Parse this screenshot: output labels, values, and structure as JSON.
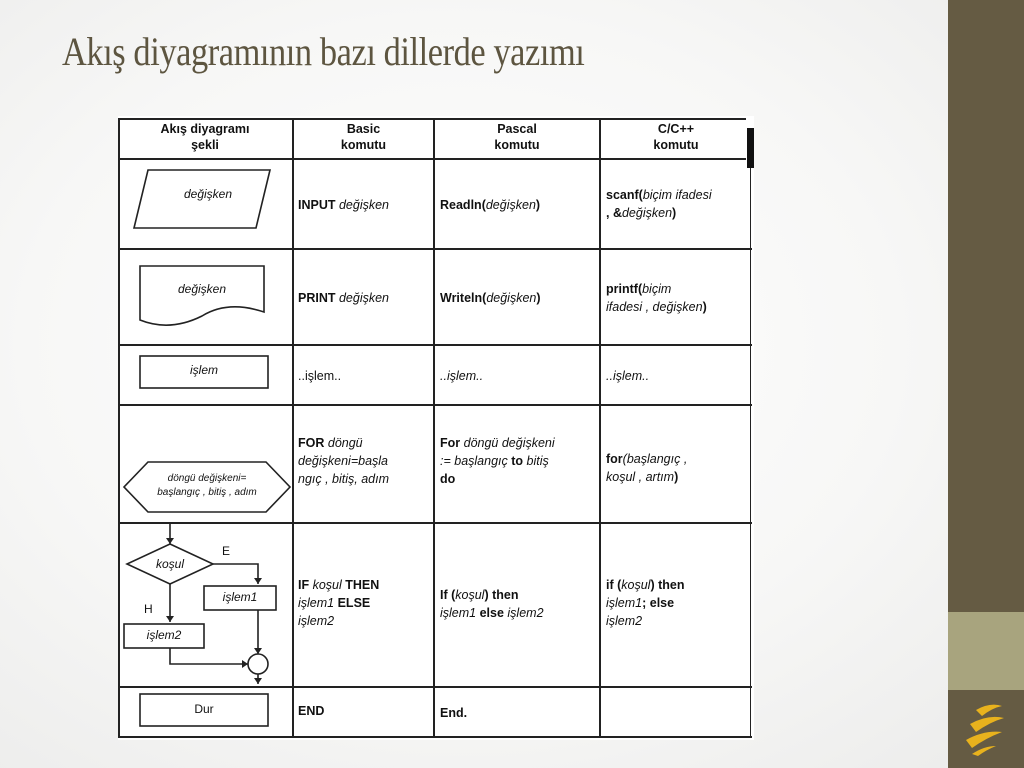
{
  "title": "Akış diyagramının bazı dillerde yazımı",
  "colors": {
    "title": "#5d5540",
    "band_dark": "#655b43",
    "band_light": "#a8a47e",
    "logo": "#e8b21d"
  },
  "table": {
    "headers": {
      "shape_line1": "Akış diyagramı",
      "shape_line2": "şekli",
      "basic_line1": "Basic",
      "basic_line2": "komutu",
      "pascal_line1": "Pascal",
      "pascal_line2": "komutu",
      "c_line1": "C/C++",
      "c_line2": "komutu"
    },
    "input": {
      "shape_label": "değişken",
      "basic_kw": "INPUT",
      "basic_arg": " değişken",
      "pascal_kw": "Readln",
      "pascal_open": "(",
      "pascal_arg": "değişken",
      "pascal_close": ")",
      "c_kw": "scanf",
      "c_open": "(",
      "c_arg1": "biçim ifadesi",
      "c_line2_prefix": ", &",
      "c_arg2": "değişken",
      "c_close": ")"
    },
    "output": {
      "shape_label": "değişken",
      "basic_kw": "PRINT",
      "basic_arg": " değişken",
      "pascal_kw": "Writeln",
      "pascal_open": "(",
      "pascal_arg": "değişken",
      "pascal_close": ")",
      "c_kw": "printf",
      "c_open": "(",
      "c_arg1": "biçim",
      "c_arg2": "ifadesi , değişken",
      "c_close": ")"
    },
    "process": {
      "shape_label": "işlem",
      "basic": "..işlem..",
      "pascal": "..işlem..",
      "c": "..işlem.."
    },
    "loop": {
      "shape_line1": "döngü değişkeni=",
      "shape_line2": "başlangıç , bitiş , adım",
      "basic_kw": "FOR",
      "basic_l1": " döngü",
      "basic_l2": "değişkeni=başla",
      "basic_l3": "ngıç , bitiş, adım",
      "pascal_kw": "For",
      "pascal_l1": " döngü değişkeni",
      "pascal_l2a": ":= başlangıç ",
      "pascal_to": "to",
      "pascal_l2b": " bitiş",
      "pascal_do": "do",
      "c_kw": "for",
      "c_l1": "(başlangıç ,",
      "c_l2": "koşul , artım",
      "c_close": ")"
    },
    "decision": {
      "cond_label": "koşul",
      "yes_label": "E",
      "no_label": "H",
      "box1_label": "işlem1",
      "box2_label": "işlem2",
      "basic_if": "IF ",
      "basic_cond": "koşul",
      "basic_then": " THEN",
      "basic_op1": "işlem1",
      "basic_else": " ELSE",
      "basic_op2": "işlem2",
      "pascal_if": "If (",
      "pascal_cond": "koşul",
      "pascal_then": ") then",
      "pascal_op1": "işlem1",
      "pascal_else": " else ",
      "pascal_op2": "işlem2",
      "c_if": "if (",
      "c_cond": "koşul",
      "c_then": ") then",
      "c_op1": "işlem1",
      "c_else": "; else",
      "c_op2": "işlem2"
    },
    "end": {
      "shape_label": "Dur",
      "basic": "END",
      "pascal": "End.",
      "c": ""
    }
  }
}
